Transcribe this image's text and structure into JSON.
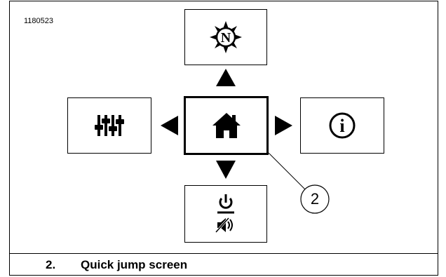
{
  "figure_id": "1180523",
  "callout": {
    "number": "2"
  },
  "caption": {
    "number": "2.",
    "text": "Quick jump screen"
  },
  "buttons": {
    "top": {
      "icon": "compass-n-icon",
      "label": "N"
    },
    "left": {
      "icon": "sliders-icon"
    },
    "center": {
      "icon": "home-icon",
      "selected": true
    },
    "right": {
      "icon": "info-icon",
      "label": "i"
    },
    "bottom": {
      "icon": "power-mute-icon"
    }
  }
}
